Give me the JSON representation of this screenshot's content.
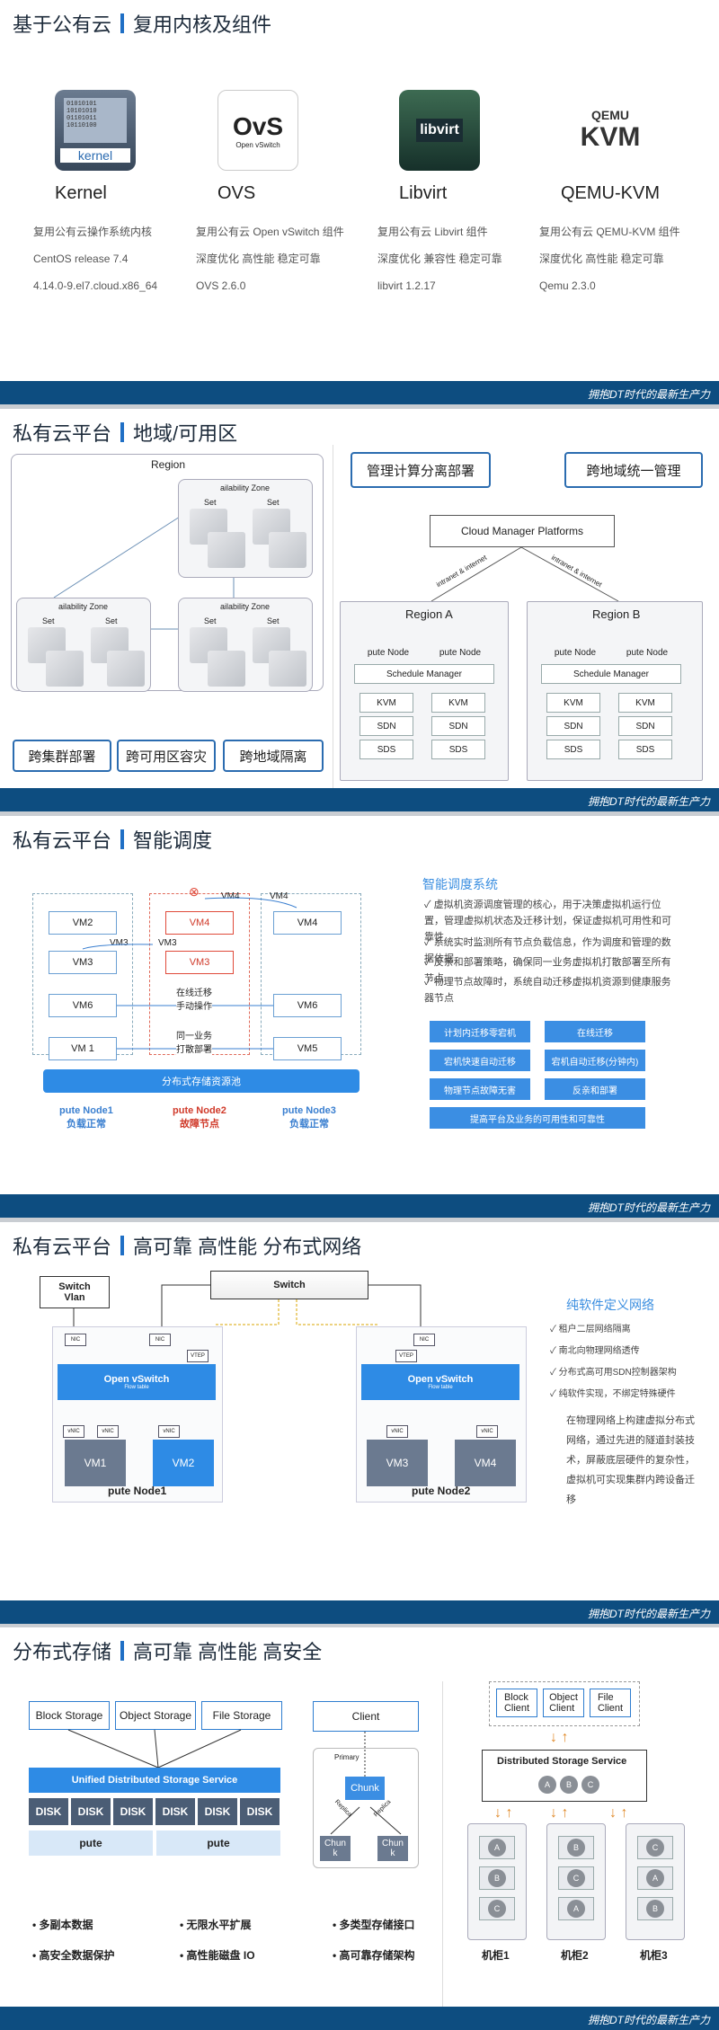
{
  "footer": "拥抱DT时代的最新生产力",
  "s1": {
    "title_a": "基于公有云",
    "title_b": "复用内核及组件",
    "comps": [
      {
        "name": "Kernel",
        "logo_text": "kernel",
        "lines": [
          "复用公有云操作系统内核",
          "CentOS release 7.4",
          "4.14.0-9.el7.cloud.x86_64"
        ]
      },
      {
        "name": "OVS",
        "logo_text": "OvS",
        "logo_sub": "Open vSwitch",
        "lines": [
          "复用公有云 Open vSwitch 组件",
          "深度优化 高性能 稳定可靠",
          "OVS 2.6.0"
        ]
      },
      {
        "name": "Libvirt",
        "logo_text": "libvirt",
        "lines": [
          "复用公有云 Libvirt 组件",
          "深度优化 兼容性 稳定可靠",
          "libvirt 1.2.17"
        ]
      },
      {
        "name": "QEMU-KVM",
        "logo_text": "KVM",
        "logo_sub": "QEMU",
        "lines": [
          "复用公有云 QEMU-KVM 组件",
          "深度优化 高性能 稳定可靠",
          "Qemu 2.3.0"
        ]
      }
    ]
  },
  "s2": {
    "title_a": "私有云平台",
    "title_b": "地域/可用区",
    "region": "Region",
    "zone": "ailability Zone",
    "set": "Set",
    "tags_left": [
      "跨集群部署",
      "跨可用区容灾",
      "跨地域隔离"
    ],
    "tags_right": [
      "管理计算分离部署",
      "跨地域统一管理"
    ],
    "cmp": "Cloud Manager Platforms",
    "intranet": "intranet & internet",
    "region_a": "Region A",
    "region_b": "Region B",
    "node": "pute Node",
    "sched": "Schedule Manager",
    "cells": [
      "KVM",
      "SDN",
      "SDS"
    ]
  },
  "s3": {
    "title_a": "私有云平台",
    "title_b": "智能调度",
    "vms": {
      "vm2": "VM2",
      "vm3": "VM3",
      "vm4": "VM4",
      "vm6": "VM6",
      "vm1": "VM 1",
      "vm5": "VM5"
    },
    "migrate": "在线迁移\n手动操作",
    "affinity": "同一业务\n打散部署",
    "storage": "分布式存储资源池",
    "nodes": [
      {
        "name": "pute Node1",
        "status": "负载正常"
      },
      {
        "name": "pute Node2",
        "status": "故障节点"
      },
      {
        "name": "pute Node3",
        "status": "负载正常"
      }
    ],
    "sys_title": "智能调度系统",
    "features": [
      "虚拟机资源调度管理的核心，用于决策虚拟机运行位置，管理虚拟机状态及迁移计划，保证虚拟机可用性和可靠性",
      "系统实时监测所有节点负载信息，作为调度和管理的数据依据",
      "反亲和部署策略，确保同一业务虚拟机打散部署至所有节点",
      "物理节点故障时，系统自动迁移虚拟机资源到健康服务器节点"
    ],
    "buttons": [
      "计划内迁移零宕机",
      "在线迁移",
      "宕机快速自动迁移",
      "宕机自动迁移(分钟内)",
      "物理节点故障无害",
      "反亲和部署",
      "提高平台及业务的可用性和可靠性"
    ]
  },
  "s4": {
    "title_a": "私有云平台",
    "title_b": "高可靠 高性能 分布式网络",
    "switch_vlan": "Switch\nVlan",
    "switch": "Switch",
    "ovs": "Open vSwitch",
    "flow": "Flow table",
    "node1": "pute Node1",
    "node2": "pute Node2",
    "vms": [
      "VM1",
      "VM2",
      "VM3",
      "VM4"
    ],
    "nic": "NIC",
    "vtep": "VTEP",
    "vnic": "vNIC",
    "net_title": "纯软件定义网络",
    "features": [
      "租户二层网络隔离",
      "南北向物理网络透传",
      "分布式高可用SDN控制器架构",
      "纯软件实现，不绑定特殊硬件"
    ],
    "desc": "在物理网络上构建虚拟分布式网络，通过先进的隧道封装技术，屏蔽底层硬件的复杂性，虚拟机可实现集群内跨设备迁移"
  },
  "s5": {
    "title_a": "分布式存储",
    "title_b": "高可靠 高性能 高安全",
    "types": [
      "Block Storage",
      "Object Storage",
      "File Storage"
    ],
    "unified": "Unified Distributed Storage Service",
    "disk": "DISK",
    "pute": "pute",
    "client": "Client",
    "primary": "Primary",
    "chunk": "Chunk",
    "chunk_k": "Chun\nk",
    "replica": "Replica",
    "bullets": [
      "多副本数据",
      "无限水平扩展",
      "多类型存储接口",
      "高安全数据保护",
      "高性能磁盘 IO",
      "高可靠存储架构"
    ],
    "clients": [
      "Block\nClient",
      "Object\nClient",
      "File\nClient"
    ],
    "dss": "Distributed Storage Service",
    "abc": [
      "A",
      "B",
      "C"
    ],
    "racks": [
      {
        "name": "机柜1",
        "items": [
          "A",
          "B",
          "C"
        ]
      },
      {
        "name": "机柜2",
        "items": [
          "B",
          "C",
          "A"
        ]
      },
      {
        "name": "机柜3",
        "items": [
          "C",
          "A",
          "B"
        ]
      }
    ]
  }
}
